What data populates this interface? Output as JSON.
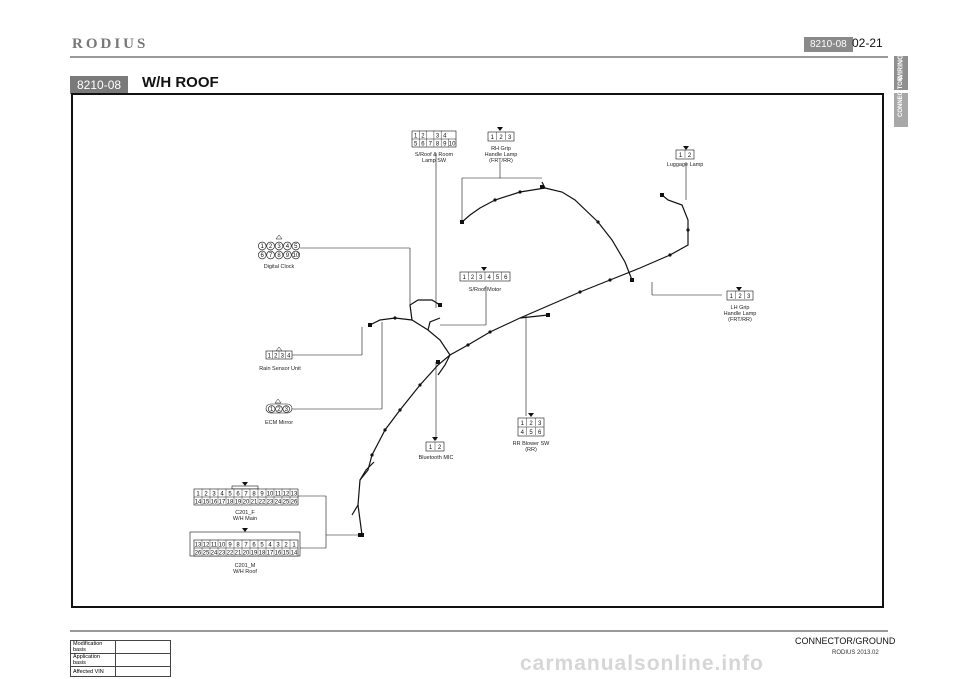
{
  "header": {
    "logo": "RODIUS",
    "page_code": "8210-08",
    "page_num": "02-21"
  },
  "side_tabs": [
    "WIRING",
    "CONNEC TOR"
  ],
  "section": {
    "code": "8210-08",
    "title": "W/H ROOF"
  },
  "connectors": {
    "sroof_room": {
      "name": "S/Roof & Room",
      "name2": "Lamp SW",
      "row1": [
        "1",
        "2",
        "",
        "3",
        "4"
      ],
      "row2": [
        "5",
        "6",
        "7",
        "8",
        "9",
        "10"
      ]
    },
    "rh_grip": {
      "name": "RH Grip",
      "name2": "Handle Lamp",
      "name3": "(FRT/RR)",
      "pins": [
        "1",
        "2",
        "3"
      ]
    },
    "luggage": {
      "name": "Luggage Lamp",
      "pins": [
        "1",
        "2"
      ]
    },
    "digital_clock": {
      "name": "Digital Clock",
      "row1": [
        "1",
        "2",
        "3",
        "4",
        "5"
      ],
      "row2": [
        "6",
        "7",
        "8",
        "9",
        "10"
      ]
    },
    "sroof_motor": {
      "name": "S/Roof Motor",
      "pins": [
        "1",
        "2",
        "3",
        "4",
        "5",
        "6"
      ]
    },
    "lh_grip": {
      "name": "LH Grip",
      "name2": "Handle Lamp",
      "name3": "(FRT/RR)",
      "pins": [
        "1",
        "2",
        "3"
      ]
    },
    "rain_sensor": {
      "name": "Rain Sensor Unit",
      "pins": [
        "1",
        "2",
        "3",
        "4"
      ]
    },
    "ecm_mirror": {
      "name": "ECM Mirror",
      "pins": [
        "1",
        "2",
        "3"
      ]
    },
    "bluetooth": {
      "name": "Bluetooth MIC",
      "pins": [
        "1",
        "2"
      ]
    },
    "rr_blower": {
      "name": "RR Blower SW",
      "name2": "(RR)",
      "row1": [
        "1",
        "2",
        "3"
      ],
      "row2": [
        "4",
        "5",
        "6"
      ]
    },
    "c201f": {
      "name": "C201_F",
      "name2": "W/H Main",
      "row1": [
        "1",
        "2",
        "3",
        "4",
        "5",
        "6",
        "7",
        "8",
        "9",
        "10",
        "11",
        "12",
        "13"
      ],
      "row2": [
        "14",
        "15",
        "16",
        "17",
        "18",
        "19",
        "20",
        "21",
        "22",
        "23",
        "24",
        "25",
        "26"
      ]
    },
    "c201m": {
      "name": "C201_M",
      "name2": "W/H Roof",
      "row1": [
        "13",
        "12",
        "11",
        "10",
        "9",
        "8",
        "7",
        "6",
        "5",
        "4",
        "3",
        "2",
        "1"
      ],
      "row2": [
        "26",
        "25",
        "24",
        "23",
        "22",
        "21",
        "20",
        "19",
        "18",
        "17",
        "16",
        "15",
        "14"
      ]
    }
  },
  "footer": {
    "title": "CONNECTOR/GROUND",
    "sub": "RODIUS 2013.02",
    "table": [
      {
        "label": "Modification basis",
        "value": ""
      },
      {
        "label": "Application basis",
        "value": ""
      },
      {
        "label": "Affected VIN",
        "value": ""
      }
    ]
  },
  "watermark": "carmanualsonline.info"
}
